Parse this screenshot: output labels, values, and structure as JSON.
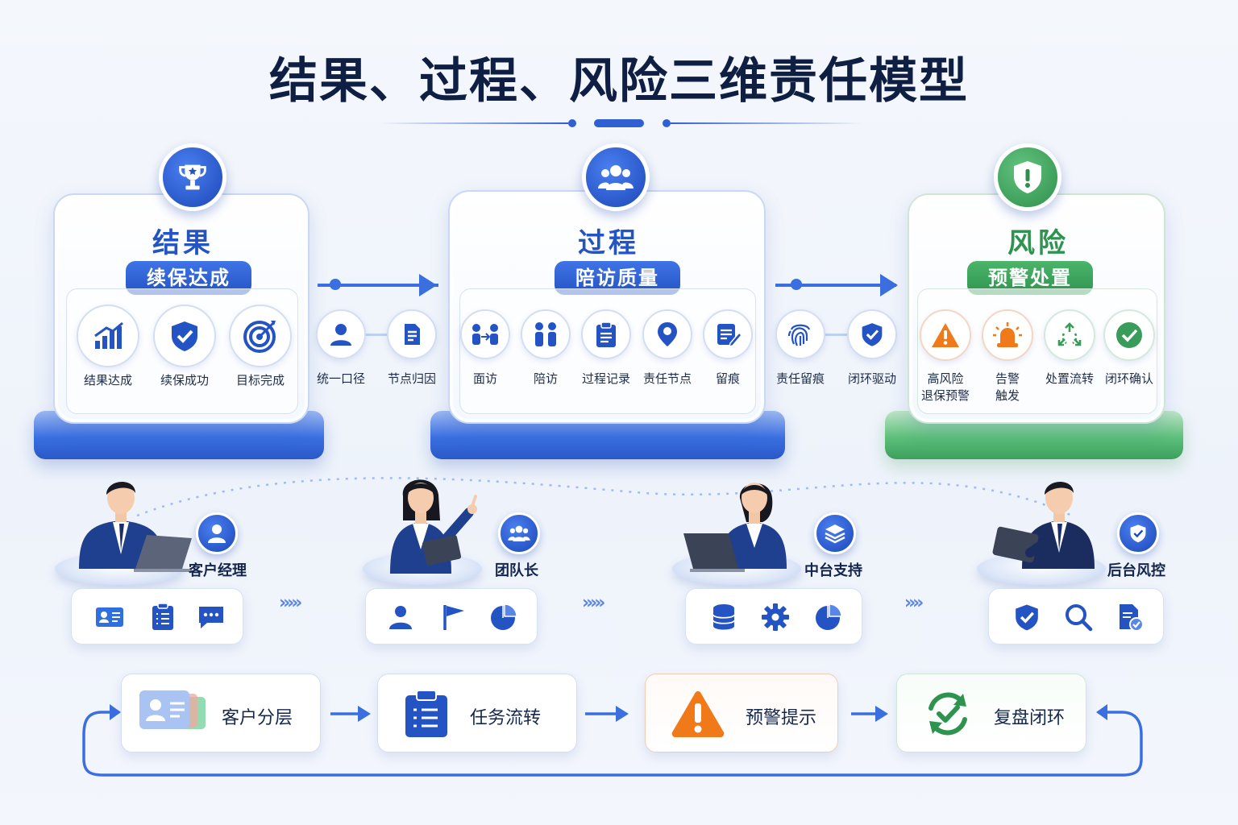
{
  "title": "结果、过程、风险三维责任模型",
  "pillars": [
    {
      "name": "结果",
      "badge": "续保达成",
      "items": [
        "结果达成",
        "续保成功",
        "目标完成"
      ]
    },
    {
      "name": "过程",
      "badge": "陪访质量",
      "items": [
        "面访",
        "陪访",
        "过程记录",
        "责任节点",
        "留痕"
      ]
    },
    {
      "name": "风险",
      "badge": "预警处置",
      "items": [
        "高风险\n退保预警",
        "告警\n触发",
        "处置流转",
        "闭环确认"
      ]
    }
  ],
  "connectors": [
    {
      "items": [
        "统一口径",
        "节点归因"
      ]
    },
    {
      "items": [
        "责任留痕",
        "闭环驱动"
      ]
    }
  ],
  "roles": [
    {
      "name": "客户经理"
    },
    {
      "name": "团队长"
    },
    {
      "name": "中台支持"
    },
    {
      "name": "后台风控"
    }
  ],
  "flow": [
    "客户分层",
    "任务流转",
    "预警提示",
    "复盘闭环"
  ],
  "colors": {
    "primary": "#2453c4",
    "green": "#2f9350",
    "orange": "#f07a1a",
    "navy": "#0f1f44"
  }
}
